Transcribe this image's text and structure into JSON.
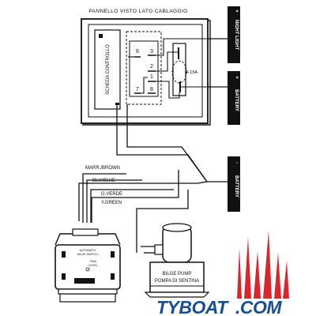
{
  "diagram": {
    "panel_title": "PANNELLO VISTO LATO CABLAGGIO",
    "control_board_label": "SCHEDA CONTROLLO",
    "terminals": [
      "6",
      "3",
      "2",
      "1",
      "7",
      "8"
    ],
    "fuse_label": "F.15A",
    "connectors": {
      "night_light": "NIGHT LIGHT",
      "night_light_sign": "+",
      "battery_pos": "BATTERY",
      "battery_pos_sign": "+",
      "battery_neg": "BATTERY",
      "battery_neg_sign": "-"
    },
    "wires": {
      "brown": "MARR./BROWN",
      "blue": "BLU/BLUE",
      "green_it": "G.VERDE",
      "green_en": "Y.GREEN"
    },
    "switch_box": {
      "line1": "AUTOMATIC",
      "line2": "BILGE SWITCH",
      "line3": "RUN",
      "line4": "LEVEL"
    },
    "pump": {
      "label_en": "BILGE PUMP",
      "label_it": "POMPA DI SENTINA"
    }
  },
  "brand": {
    "name": "TYBOAT",
    "suffix": ".COM",
    "color": "#1b4e8c",
    "accent": "#d9262c"
  }
}
